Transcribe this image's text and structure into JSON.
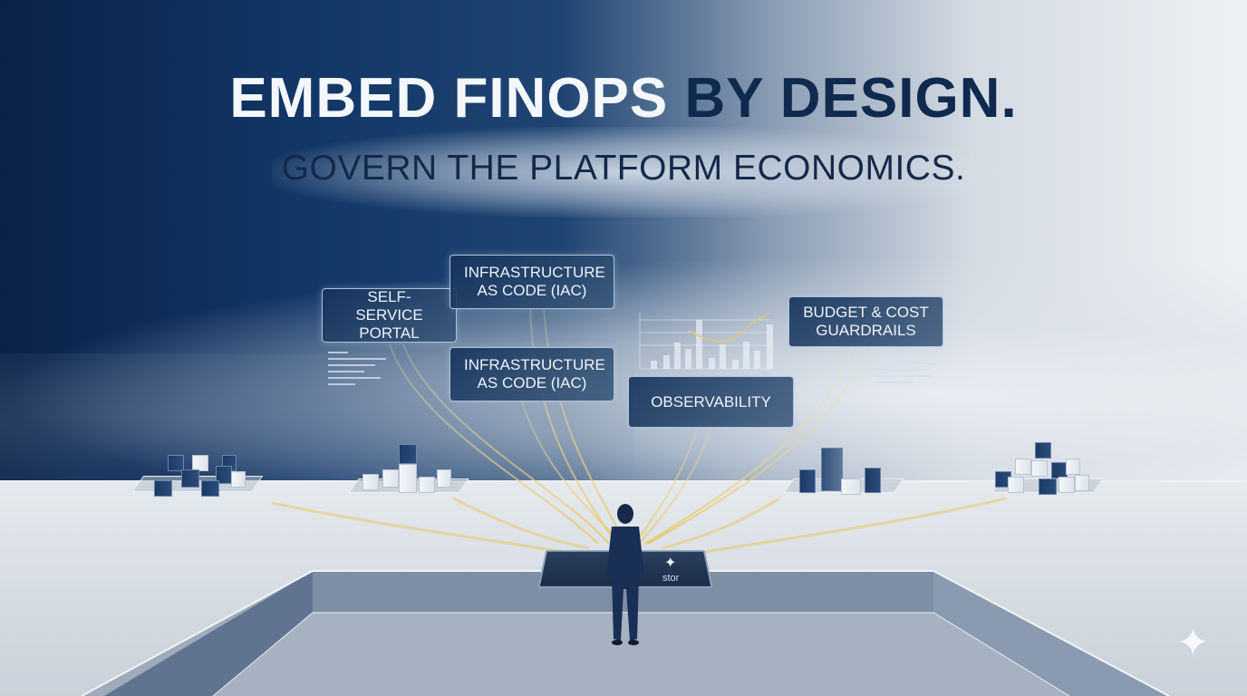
{
  "headline": {
    "part_light": "EMBED FINOPS",
    "part_dark": "BY DESIGN."
  },
  "subheadline": "GOVERN THE PLATFORM ECONOMICS.",
  "cards": [
    {
      "id": "self-service-portal",
      "label": "SELF-SERVICE PORTAL"
    },
    {
      "id": "iac-top",
      "label": "INFRASTRUCTURE AS CODE (IAC)"
    },
    {
      "id": "iac-bottom",
      "label": "INFRASTRUCTURE AS CODE (IAC)"
    },
    {
      "id": "observability",
      "label": "OBSERVABILITY"
    },
    {
      "id": "budget-guardrails",
      "label": "BUDGET & COST GUARDRAILS"
    }
  ],
  "console": {
    "label": "stor"
  },
  "colors": {
    "navy": "#0b2248",
    "deep_blue": "#123767",
    "light_gray": "#eef1f4",
    "gold_beam": "#e8c766",
    "card_text": "#eef3f9",
    "headline_dark": "#0f2a4e"
  }
}
